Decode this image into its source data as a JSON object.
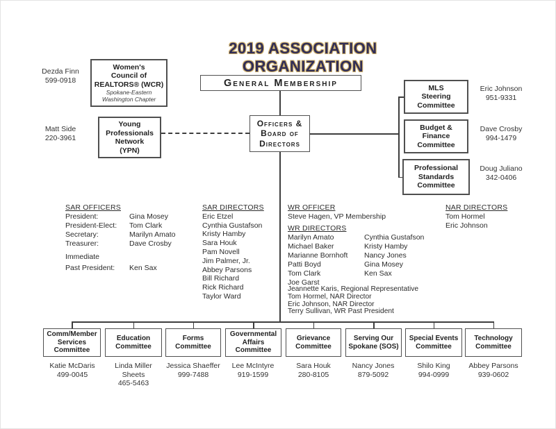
{
  "title": "2019 ASSOCIATION ORGANIZATION",
  "top": {
    "general_membership": {
      "label": "General Membership"
    },
    "officers": {
      "lines": [
        "Officers &",
        "Board of",
        "Directors"
      ]
    },
    "wcr": {
      "contact": {
        "name": "Dezda Finn",
        "phone": "599-0918"
      },
      "lines": [
        "Women's",
        "Council of",
        "REALTORS® (WCR)"
      ],
      "subtitle": [
        "Spokane-Eastern",
        "Washington Chapter"
      ]
    },
    "ypn": {
      "contact": {
        "name": "Matt Side",
        "phone": "220-3961"
      },
      "lines": [
        "Young",
        "Professionals",
        "Network",
        "(YPN)"
      ]
    },
    "right_committees": [
      {
        "lines": [
          "MLS",
          "Steering",
          "Committee"
        ],
        "contact": {
          "name": "Eric Johnson",
          "phone": "951-9331"
        }
      },
      {
        "lines": [
          "Budget &",
          "Finance",
          "Committee"
        ],
        "contact": {
          "name": "Dave Crosby",
          "phone": "994-1479"
        }
      },
      {
        "lines": [
          "Professional",
          "Standards",
          "Committee"
        ],
        "contact": {
          "name": "Doug Juliano",
          "phone": "342-0406"
        }
      }
    ]
  },
  "rosters": {
    "sar_officers": {
      "heading": "SAR OFFICERS",
      "rows": [
        {
          "label": "President:",
          "name": "Gina Mosey"
        },
        {
          "label": "President-Elect:",
          "name": "Tom Clark"
        },
        {
          "label": "Secretary:",
          "name": "Marilyn Amato"
        },
        {
          "label": "Treasurer:",
          "name": "Dave Crosby"
        }
      ],
      "past": {
        "line1": "Immediate",
        "label": "Past President:",
        "name": "Ken Sax"
      }
    },
    "sar_directors": {
      "heading": "SAR DIRECTORS",
      "names": [
        "Eric Etzel",
        "Cynthia Gustafson",
        "Kristy Hamby",
        "Sara Houk",
        "Pam Novell",
        "Jim Palmer, Jr.",
        "Abbey Parsons",
        "Bill Richard",
        "Rick Richard",
        "Taylor Ward"
      ]
    },
    "wr_officer": {
      "heading": "WR OFFICER",
      "name": "Steve Hagen, VP Membership"
    },
    "wr_directors": {
      "heading": "WR DIRECTORS",
      "col1": [
        "Marilyn Amato",
        "Michael Baker",
        "Marianne Bornhoft",
        "Patti Boyd",
        "Tom Clark",
        "Joe Garst"
      ],
      "col2": [
        "Cynthia Gustafson",
        "Kristy Hamby",
        "Nancy Jones",
        "Gina Mosey",
        "Ken Sax"
      ]
    },
    "wr_extra": [
      "Jeannette Karis, Regional Representative",
      "Tom Hormel, NAR Director",
      "Eric Johnson, NAR Director",
      "Terry Sullivan, WR Past President"
    ],
    "nar_directors": {
      "heading": "NAR DIRECTORS",
      "names": [
        "Tom Hormel",
        "Eric Johnson"
      ]
    }
  },
  "bottom_committees": [
    {
      "lines": [
        "Comm/Member",
        "Services",
        "Committee"
      ],
      "contact": [
        "Katie McDaris",
        "499-0045"
      ]
    },
    {
      "lines": [
        "Education",
        "Committee"
      ],
      "contact": [
        "Linda Miller",
        "Sheets",
        "465-5463"
      ]
    },
    {
      "lines": [
        "Forms",
        "Committee"
      ],
      "contact": [
        "Jessica Shaeffer",
        "999-7488"
      ]
    },
    {
      "lines": [
        "Governmental",
        "Affairs",
        "Committee"
      ],
      "contact": [
        "Lee McIntyre",
        "919-1599"
      ]
    },
    {
      "lines": [
        "Grievance",
        "Committee"
      ],
      "contact": [
        "Sara Houk",
        "280-8105"
      ]
    },
    {
      "lines": [
        "Serving Our",
        "Spokane (SOS)"
      ],
      "contact": [
        "Nancy Jones",
        "879-5092"
      ]
    },
    {
      "lines": [
        "Special Events",
        "Committee"
      ],
      "contact": [
        "Shilo King",
        "994-0999"
      ]
    },
    {
      "lines": [
        "Technology",
        "Committee"
      ],
      "contact": [
        "Abbey Parsons",
        "939-0602"
      ]
    }
  ],
  "colors": {
    "title_fill": "#312e56",
    "title_outline": "#cfb06a",
    "line": "#3d3d3d",
    "box_border": "#4f4f4f"
  }
}
